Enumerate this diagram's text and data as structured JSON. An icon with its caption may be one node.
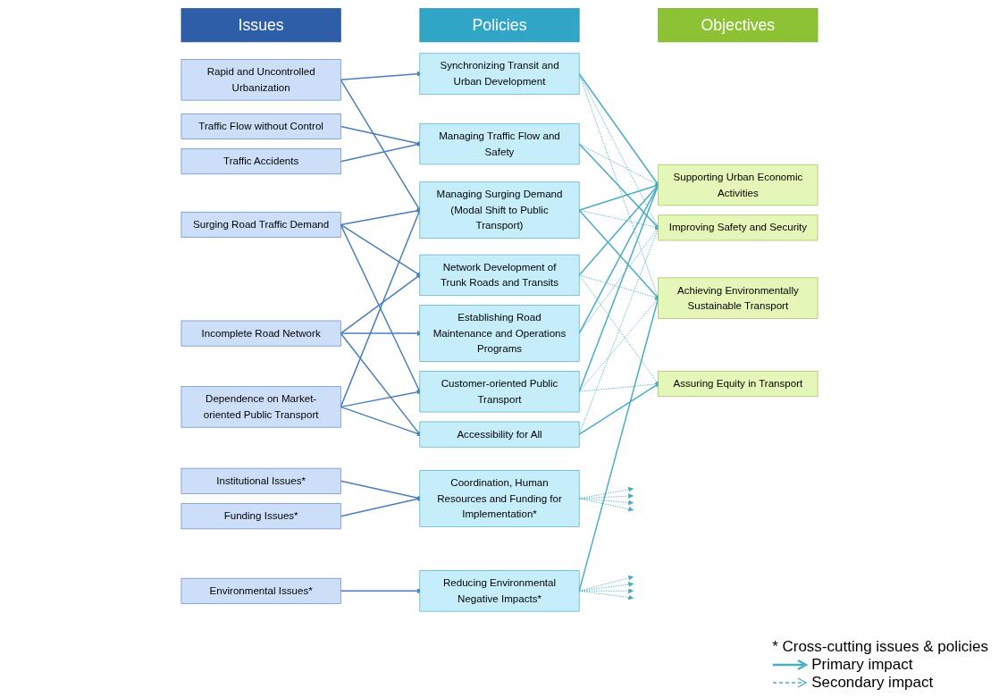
{
  "diagram": {
    "nodes": [
      {
        "text": [
          "Issues"
        ]
      },
      {
        "text": [
          "Policies"
        ]
      },
      {
        "text": [
          "Objectives"
        ]
      },
      {
        "text": [
          "Rapid and Uncontrolled Urbanization"
        ]
      },
      {
        "text": [
          "Surging Road Traffic Demand"
        ]
      },
      {
        "text": [
          "Incomplete Road Network"
        ]
      },
      {
        "text": [
          "Dependence on Market-oriented Public Transport"
        ]
      },
      {
        "text": [
          "Traffic Flow without Control"
        ]
      },
      {
        "text": [
          "Traffic Accidents"
        ]
      },
      {
        "text": [
          "Institutional Issues*"
        ]
      },
      {
        "text": [
          "Funding Issues*"
        ]
      },
      {
        "text": [
          "Environmental Issues*"
        ]
      },
      {
        "text": [
          "Synchronizing Transit and Urban Development"
        ]
      },
      {
        "text": [
          "Managing Surging Demand (Modal Shift to Public Transport)"
        ]
      },
      {
        "text": [
          "Network Development of Trunk Roads and Transits"
        ]
      },
      {
        "text": [
          "Establishing Road Maintenance and Operations Programs"
        ]
      },
      {
        "text": [
          "Customer-oriented Public Transport"
        ]
      },
      {
        "text": [
          "Accessibility for All"
        ]
      },
      {
        "text": [
          "Managing Traffic Flow and Safety"
        ]
      },
      {
        "text": [
          "Coordination, Human Resources and Funding for Implementation*"
        ]
      },
      {
        "text": [
          "Reducing Environmental Negative Impacts*"
        ]
      },
      {
        "text": [
          "Supporting Urban Economic Activities"
        ]
      },
      {
        "text": [
          "Assuring Equity in Transport"
        ]
      },
      {
        "text": [
          "Improving Safety and Security"
        ]
      },
      {
        "text": [
          "Achieving Environmentally Sustainable Transport"
        ]
      }
    ],
    "edges": [
      {
        "from": 3,
        "to": 12,
        "arrow": "to",
        "color": "#4a7ebb"
      },
      {
        "from": 3,
        "to": 13,
        "arrow": "to",
        "color": "#4a7ebb"
      },
      {
        "from": 4,
        "to": 13,
        "arrow": "to",
        "color": "#4a7ebb"
      },
      {
        "from": 4,
        "to": 14,
        "arrow": "to",
        "color": "#4a7ebb"
      },
      {
        "from": 4,
        "to": 16,
        "arrow": "to",
        "color": "#4a7ebb"
      },
      {
        "from": 5,
        "to": 14,
        "arrow": "to",
        "color": "#4a7ebb"
      },
      {
        "from": 5,
        "to": 15,
        "arrow": "to",
        "color": "#4a7ebb"
      },
      {
        "from": 5,
        "to": 17,
        "arrow": "to",
        "color": "#4a7ebb"
      },
      {
        "from": 6,
        "to": 13,
        "arrow": "to",
        "color": "#4a7ebb"
      },
      {
        "from": 6,
        "to": 16,
        "arrow": "to",
        "color": "#4a7ebb"
      },
      {
        "from": 6,
        "to": 17,
        "arrow": "to",
        "color": "#4a7ebb"
      },
      {
        "from": 7,
        "to": 18,
        "arrow": "to",
        "color": "#4a7ebb"
      },
      {
        "from": 8,
        "to": 18,
        "arrow": "to",
        "color": "#4a7ebb"
      },
      {
        "from": 9,
        "to": 19,
        "arrow": "to",
        "color": "#4a7ebb"
      },
      {
        "from": 10,
        "to": 19,
        "arrow": "to",
        "color": "#4a7ebb"
      },
      {
        "from": 11,
        "to": 20,
        "arrow": "to",
        "color": "#4a7ebb"
      },
      {
        "from": 12,
        "to": 21,
        "arrow": "to"
      },
      {
        "from": 12,
        "to": 23,
        "arrow": "to",
        "style": "dashed"
      },
      {
        "from": 12,
        "to": 24,
        "arrow": "to",
        "style": "dashed"
      },
      {
        "from": 13,
        "to": 21,
        "arrow": "to"
      },
      {
        "from": 13,
        "to": 23,
        "arrow": "to",
        "style": "dashed"
      },
      {
        "from": 13,
        "to": 24,
        "arrow": "to"
      },
      {
        "from": 14,
        "to": 21,
        "arrow": "to"
      },
      {
        "from": 14,
        "to": 22,
        "arrow": "to",
        "style": "dashed"
      },
      {
        "from": 14,
        "to": 24,
        "arrow": "to",
        "style": "dashed"
      },
      {
        "from": 15,
        "to": 21,
        "arrow": "to"
      },
      {
        "from": 15,
        "to": 23,
        "arrow": "to",
        "style": "dashed"
      },
      {
        "from": 16,
        "to": 21,
        "arrow": "to"
      },
      {
        "from": 16,
        "to": 22,
        "arrow": "to",
        "style": "dashed"
      },
      {
        "from": 16,
        "to": 24,
        "arrow": "to",
        "style": "dashed"
      },
      {
        "from": 17,
        "to": 22,
        "arrow": "to"
      },
      {
        "from": 17,
        "to": 23,
        "arrow": "to",
        "style": "dashed"
      },
      {
        "from": 18,
        "to": 23,
        "arrow": "to"
      },
      {
        "from": 18,
        "to": 21,
        "arrow": "to",
        "style": "dashed"
      },
      {
        "from": 19,
        "to": null,
        "arrow": "to",
        "style": "dashed"
      },
      {
        "from": 19,
        "to": null,
        "arrow": "to",
        "style": "dashed"
      },
      {
        "from": 19,
        "to": null,
        "arrow": "to",
        "style": "dashed"
      },
      {
        "from": 19,
        "to": null,
        "arrow": "to",
        "style": "dashed"
      },
      {
        "from": 20,
        "to": 24,
        "arrow": "to"
      },
      {
        "from": 20,
        "to": null,
        "arrow": "to",
        "style": "dashed"
      },
      {
        "from": 20,
        "to": null,
        "arrow": "to",
        "style": "dashed"
      },
      {
        "from": 20,
        "to": null,
        "arrow": "to",
        "style": "dashed"
      },
      {
        "from": 20,
        "to": null,
        "arrow": "to",
        "style": "dashed"
      }
    ],
    "labels": [
      "* Cross-cutting issues & policies"
    ],
    "legend": [
      {
        "text": "Primary impact"
      },
      {
        "text": "Secondary impact"
      }
    ]
  }
}
